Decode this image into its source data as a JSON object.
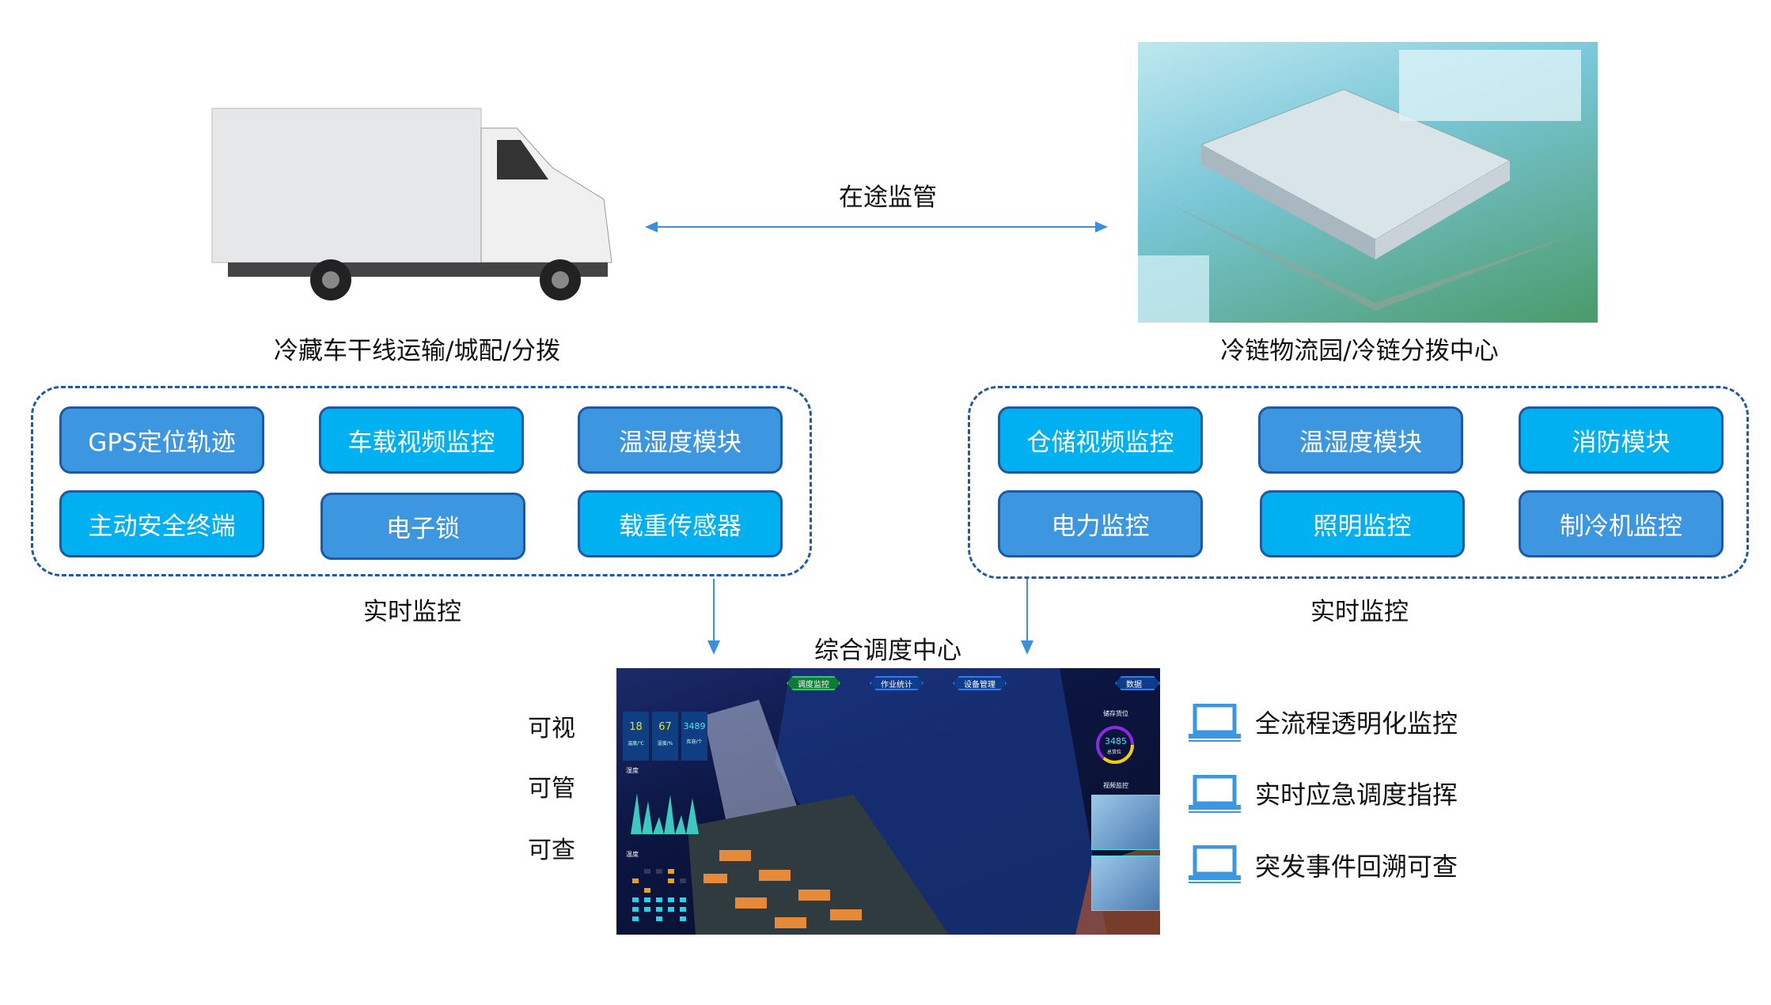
{
  "transit": {
    "label": "在途监管"
  },
  "truck": {
    "caption": "冷藏车干线运输/城配/分拨"
  },
  "warehouse": {
    "caption": "冷链物流园/冷链分拨中心"
  },
  "left_group": {
    "label": "实时监控",
    "buttons": [
      "GPS定位轨迹",
      "车载视频监控",
      "温湿度模块",
      "主动安全终端",
      "电子锁",
      "载重传感器"
    ]
  },
  "right_group": {
    "label": "实时监控",
    "buttons": [
      "仓储视频监控",
      "温湿度模块",
      "消防模块",
      "电力监控",
      "照明监控",
      "制冷机监控"
    ]
  },
  "center": {
    "title": "综合调度中心"
  },
  "capabilities": [
    "可视",
    "可管",
    "可查"
  ],
  "features": [
    "全流程透明化监控",
    "实时应急调度指挥",
    "突发事件回溯可查"
  ],
  "dashboard": {
    "tabs": [
      "调度监控",
      "作业统计",
      "设备管理",
      "数据分析"
    ],
    "stats": [
      {
        "value": "18",
        "label": "温度/℃"
      },
      {
        "value": "67",
        "label": "湿度/%"
      },
      {
        "value": "3489",
        "label": "库容/个"
      }
    ],
    "humidity_title": "湿度",
    "temperature_title": "温度",
    "storage_title": "储存货位",
    "storage_total": "3485",
    "storage_total_label": "总货位",
    "video_title": "视频监控"
  },
  "colors": {
    "blue": "#3d97e0",
    "cyan": "#00b0f0",
    "border": "#1d5aa6",
    "arrow": "#3d8fdc"
  }
}
